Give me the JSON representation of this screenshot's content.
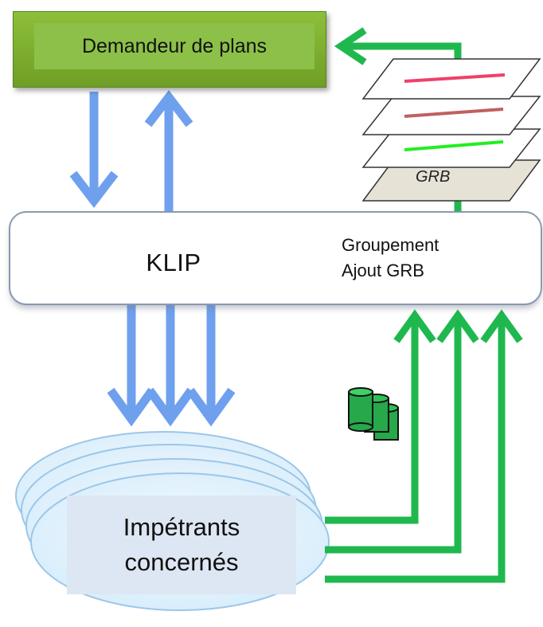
{
  "requester": {
    "label": "Demandeur de plans"
  },
  "klip": {
    "label": "KLIP",
    "process_lines": [
      "Groupement",
      "Ajout GRB"
    ]
  },
  "layers": {
    "base_label": "GRB",
    "line_colors": [
      "#f0406a",
      "#c06060",
      "#22ee22"
    ]
  },
  "stakeholders": {
    "lines": [
      "Impétrants",
      "concernés"
    ]
  },
  "icons": {
    "database": "database-stack-icon"
  },
  "colors": {
    "blue_arrow": "#6fa0ee",
    "green_arrow": "#1fb84f",
    "requester_fill": "#8cc048",
    "stakeholder_fill": "#dde6f3"
  }
}
